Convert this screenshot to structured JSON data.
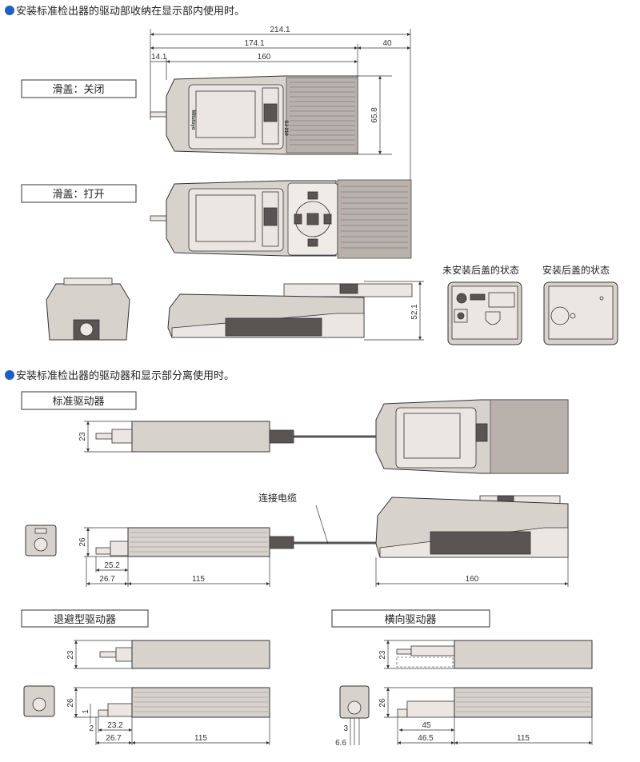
{
  "sections": {
    "attached_title": "安装标准检出器的驱动部收纳在显示部内使用时。",
    "separate_title": "安装标准检出器的驱动器和显示部分离使用时。"
  },
  "labels": {
    "slide_closed": "滑盖：关闭",
    "slide_open": "滑盖：打开",
    "back_no_cover": "未安装后盖的状态",
    "back_with_cover": "安装后盖的状态",
    "standard_drive": "标准驱动器",
    "cable": "连接电缆",
    "retract_drive": "退避型驱动器",
    "lateral_drive": "横向驱动器"
  },
  "logos": {
    "brand": "Mitutoyo",
    "model": "SJ-210"
  },
  "dimensions": {
    "top": {
      "overall": "214.1",
      "body_probe": "174.1",
      "slide": "40",
      "probe": "14.1",
      "body": "160",
      "height": "65.8",
      "side_height": "52.1"
    },
    "standard": {
      "width": "23",
      "height": "26",
      "tip": "25.2",
      "nose": "26.7",
      "body": "115",
      "display": "160"
    },
    "retract": {
      "width": "23",
      "height": "26",
      "step": "1",
      "tip": "2",
      "nose_inner": "23.2",
      "nose": "26.7",
      "body": "115"
    },
    "lateral": {
      "width": "23",
      "height": "26",
      "tip": "3",
      "offset": "6.6",
      "nose_inner": "45",
      "nose": "46.5",
      "body": "115"
    }
  },
  "colors": {
    "bullet": "#1f5fbf",
    "body": "#d8d2cc"
  }
}
